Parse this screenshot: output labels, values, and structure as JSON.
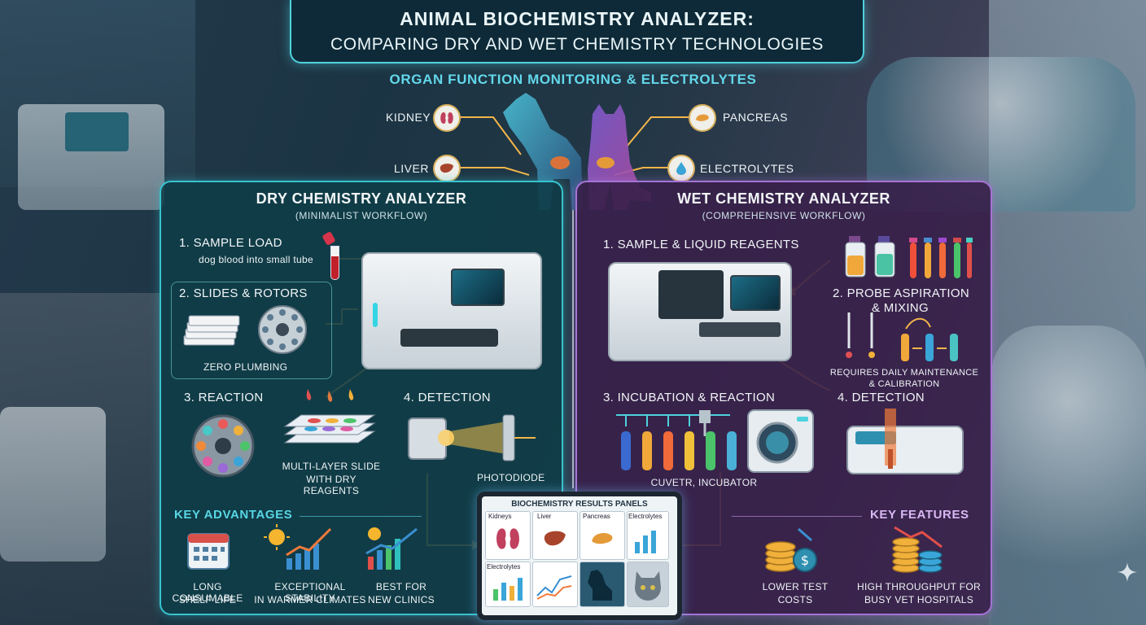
{
  "title": {
    "line1": "ANIMAL BIOCHEMISTRY ANALYZER:",
    "line2": "COMPARING DRY AND WET CHEMISTRY TECHNOLOGIES"
  },
  "organs": {
    "heading": "ORGAN FUNCTION MONITORING & ELECTROLYTES",
    "kidney": "KIDNEY",
    "liver": "LIVER",
    "pancreas": "PANCREAS",
    "electrolytes": "ELECTROLYTES"
  },
  "dry": {
    "title": "DRY CHEMISTRY ANALYZER",
    "subtitle": "(MINIMALIST WORKFLOW)",
    "step1": "1. SAMPLE LOAD",
    "step1_note": "dog blood into small tube",
    "step2": "2. SLIDES & ROTORS",
    "step2_note": "ZERO PLUMBING",
    "step3": "3. REACTION",
    "step3_note_a": "MULTI-LAYER SLIDE",
    "step3_note_b": "WITH DRY REAGENTS",
    "step4": "4. DETECTION",
    "step4_note": "PHOTODIODE",
    "adv_title": "KEY ADVANTAGES",
    "adv1_a": "LONG CONSUMABLE",
    "adv1_b": "SHELF LIFE",
    "adv2_a": "EXCEPTIONAL STABILITY",
    "adv2_b": "IN WARMER CLIMATES",
    "adv3_a": "BEST FOR",
    "adv3_b": "NEW CLINICS"
  },
  "wet": {
    "title": "WET CHEMISTRY ANALYZER",
    "subtitle": "(COMPREHENSIVE WORKFLOW)",
    "step1": "1. SAMPLE & LIQUID REAGENTS",
    "step2_a": "2. PROBE ASPIRATION",
    "step2_b": "& MIXING",
    "step2_note_a": "REQUIRES DAILY MAINTENANCE",
    "step2_note_b": "& CALIBRATION",
    "step3": "3. INCUBATION & REACTION",
    "step3_note": "CUVETR, INCUBATOR",
    "step4": "4. DETECTION",
    "feat_title": "KEY FEATURES",
    "feat1_a": "LOWER TEST",
    "feat1_b": "COSTS",
    "feat2_a": "HIGH THROUGHPUT FOR",
    "feat2_b": "BUSY VET HOSPITALS"
  },
  "results": {
    "title": "BIOCHEMISTRY RESULTS PANELS",
    "kidneys": "Kidneys",
    "liver": "Liver",
    "pancreas": "Pancreas",
    "electrolytes_top": "Electrolytes",
    "electrolytes_bottom": "Electrolytes"
  },
  "colors": {
    "dry_accent": "#37c3cf",
    "wet_accent": "#a673d6",
    "arrow": "#f2b54a",
    "advantage_title": "#58d6e4",
    "feature_title": "#c79be9"
  },
  "icons": {
    "kidney": "kidney-icon",
    "liver": "liver-icon",
    "pancreas": "pancreas-icon",
    "electrolytes": "drop-icon",
    "calendar": "calendar-icon",
    "sun": "sun-icon",
    "coins": "coins-icon"
  }
}
